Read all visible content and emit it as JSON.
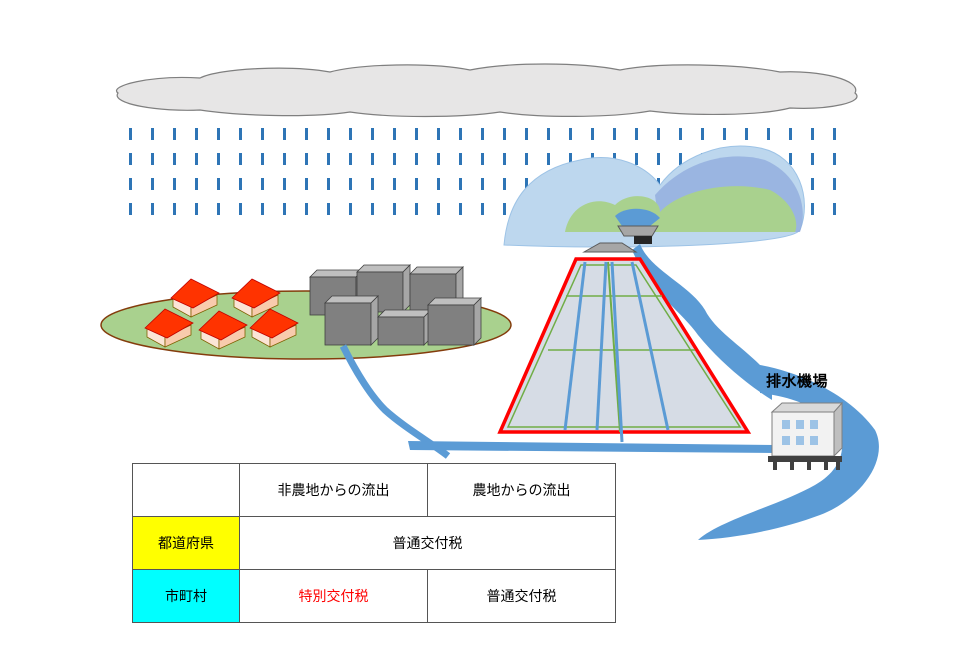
{
  "labels": {
    "pump_station": "排水機場"
  },
  "table": {
    "headers": [
      "",
      "非農地からの流出",
      "農地からの流出"
    ],
    "rows": [
      {
        "label": "都道府県",
        "label_color": "#ffff00",
        "cells": [
          "普通交付税"
        ]
      },
      {
        "label": "市町村",
        "label_color": "#00ffff",
        "cells": [
          "特別交付税",
          "普通交付税"
        ],
        "cell_colors": [
          "#ff0000",
          "#000000"
        ]
      }
    ]
  },
  "colors": {
    "water": "#5b9bd5",
    "rain": "#2e75b6",
    "farmland_outline": "#ff0000",
    "village_ground": "#a9d18e",
    "roof": "#ff3300",
    "building": "#808080",
    "cloud": "#e7e6e6"
  },
  "icons": [
    "cloud-icon",
    "rain-icon",
    "mountain-icon",
    "dam-icon",
    "house-icon",
    "building-icon",
    "farmland-icon",
    "river-icon",
    "pump-station-icon"
  ]
}
